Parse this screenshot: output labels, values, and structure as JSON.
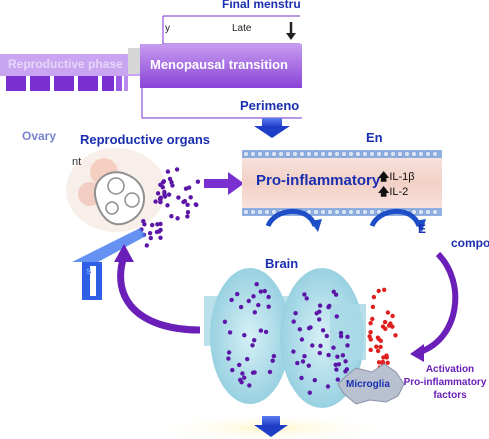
{
  "colors": {
    "purple": "#7a2fd0",
    "dark_purple": "#5b16a8",
    "label_blue": "#1a2fb0",
    "vessel_pink": "#f3d6cf",
    "vessel_blue": "#7fa2d8",
    "brain_blue": "#a9d9e6",
    "red_dot": "#e02020",
    "microglia_gray": "#b9c0d0"
  },
  "header": {
    "final_menstrual": "Final menstru",
    "timeline_left": "y",
    "timeline_late": "Late",
    "reproductive_phase": "Reproductive phase",
    "menopausal_transition": "Menopausal transition",
    "perimenopause": "Perimeno"
  },
  "middle": {
    "ovary": "Ovary",
    "reproductive_organs": "Reproductive organs",
    "fragment_nt": "nt",
    "vessel_corner": "En",
    "pro_inflammatory": "Pro-inflammatory",
    "il1b": "IL-1β",
    "il2": "IL-2",
    "e_fragment": "E",
    "compo_fragment": "compo"
  },
  "lower": {
    "brain": "Brain",
    "microglia": "Microglia",
    "activation": "Activation",
    "pro_inflammatory_factors_1": "Pro-inflammatory",
    "pro_inflammatory_factors_2": "factors",
    "left_fragment": "s"
  }
}
